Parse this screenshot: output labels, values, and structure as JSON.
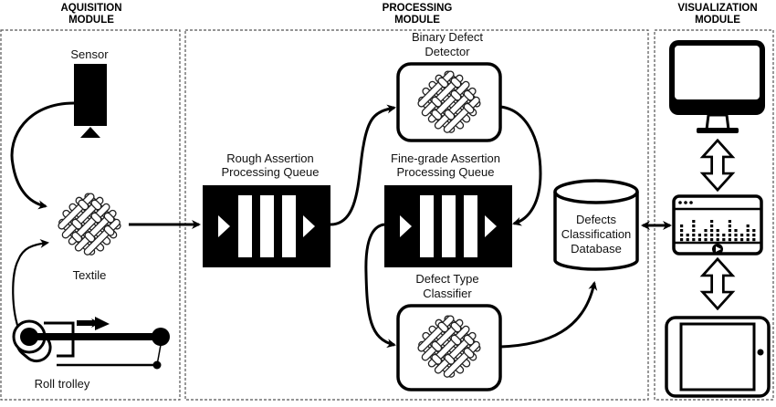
{
  "modules": [
    {
      "id": "acquisition",
      "title_line1": "AQUISITION",
      "title_line2": "MODULE"
    },
    {
      "id": "processing",
      "title_line1": "PROCESSING",
      "title_line2": "MODULE"
    },
    {
      "id": "visualization",
      "title_line1": "VISUALIZATION",
      "title_line2": "MODULE"
    }
  ],
  "acquisition": {
    "sensor_label": "Sensor",
    "textile_label": "Textile",
    "trolley_label": "Roll trolley"
  },
  "processing": {
    "rough_queue_label_line1": "Rough Assertion",
    "rough_queue_label_line2": "Processing Queue",
    "binary_detector_label_line1": "Binary Defect",
    "binary_detector_label_line2": "Detector",
    "fine_queue_label_line1": "Fine-grade Assertion",
    "fine_queue_label_line2": "Processing Queue",
    "classifier_label_line1": "Defect Type",
    "classifier_label_line2": "Classifier",
    "database_label_line1": "Defects",
    "database_label_line2": "Classification",
    "database_label_line3": "Database"
  },
  "visualization": {
    "devices": [
      "monitor-icon",
      "dashboard-window-icon",
      "tablet-icon"
    ]
  },
  "colors": {
    "ink": "#000000",
    "frame": "#555555",
    "background": "#ffffff"
  }
}
